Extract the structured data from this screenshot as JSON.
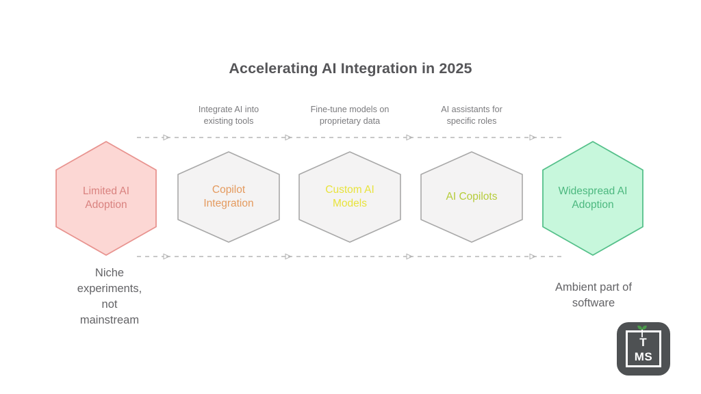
{
  "title": "Accelerating AI Integration in 2025",
  "background_color": "#ffffff",
  "title_color": "#555558",
  "nodes": [
    {
      "id": "limited-ai-adoption",
      "label": "Limited AI\nAdoption",
      "fill": "#fcd7d4",
      "stroke": "#e8938f",
      "text_color": "#d9827f",
      "size": "large"
    },
    {
      "id": "copilot-integration",
      "label": "Copilot\nIntegration",
      "fill": "#f4f3f3",
      "stroke": "#a8a8a8",
      "text_color": "#e49a5e",
      "size": "small"
    },
    {
      "id": "custom-ai-models",
      "label": "Custom AI\nModels",
      "fill": "#f4f3f3",
      "stroke": "#a8a8a8",
      "text_color": "#e8e33c",
      "size": "small"
    },
    {
      "id": "ai-copilots",
      "label": "AI Copilots",
      "fill": "#f4f3f3",
      "stroke": "#a8a8a8",
      "text_color": "#b5cc3a",
      "size": "small"
    },
    {
      "id": "widespread-ai-adoption",
      "label": "Widespread AI\nAdoption",
      "fill": "#c7f7dc",
      "stroke": "#55c08a",
      "text_color": "#4cb87f",
      "size": "large"
    }
  ],
  "captions_top": [
    "Integrate AI into\nexisting tools",
    "Fine-tune models on\nproprietary data",
    "AI assistants for\nspecific roles"
  ],
  "captions_bottom": {
    "left": "Niche\nexperiments,\nnot\nmainstream",
    "right": "Ambient part of\nsoftware"
  },
  "connectors": {
    "style": "dashed",
    "color": "#b6b6b6",
    "arrowhead": "hollow-triangle",
    "rows": 2,
    "arrow_count_per_row": 4
  },
  "logo": {
    "top_text": "T",
    "bottom_text": "MS",
    "icon": "sprout-icon",
    "background": "#4e5153",
    "sprout_color": "#4b9b4b",
    "text_color": "#ffffff"
  }
}
